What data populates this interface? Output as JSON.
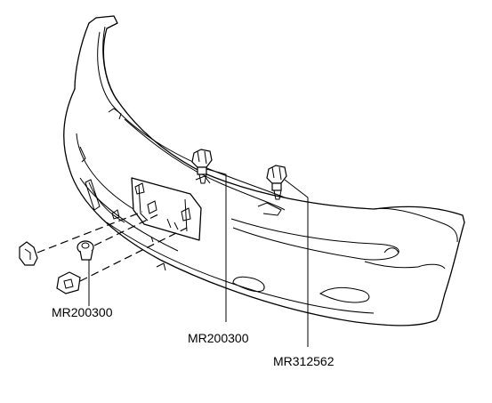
{
  "diagram": {
    "callouts": [
      {
        "id": "left-fastener",
        "part_number": "MR200300"
      },
      {
        "id": "center-fastener",
        "part_number": "MR200300"
      },
      {
        "id": "right-fastener",
        "part_number": "MR312562"
      }
    ]
  }
}
